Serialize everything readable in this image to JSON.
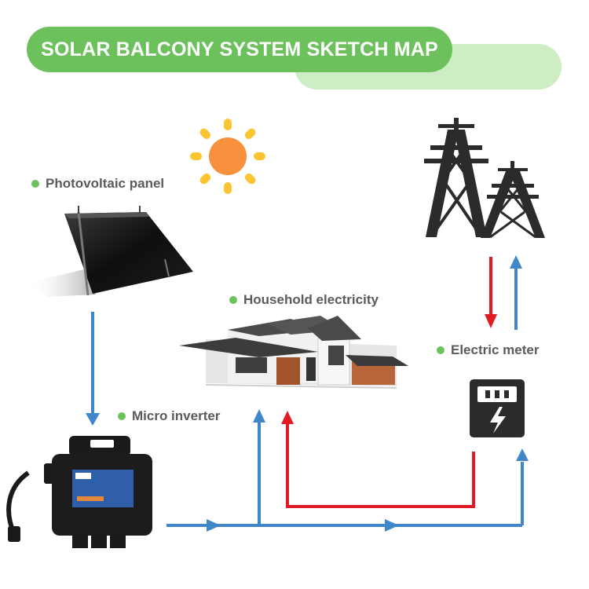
{
  "title": "SOLAR BALCONY SYSTEM SKETCH MAP",
  "labels": {
    "pv_panel": "Photovoltaic panel",
    "household": "Household electricity",
    "micro_inverter": "Micro inverter",
    "electric_meter": "Electric meter"
  },
  "colors": {
    "title_green": "#6cc15c",
    "title_light_green": "#cdeec4",
    "bullet_green": "#6cc15c",
    "sun_core": "#f7913d",
    "sun_rays": "#fbc531",
    "flow_blue": "#3f87c9",
    "flow_red": "#e01b24",
    "icon_dark": "#2b2b2b"
  },
  "icons": [
    "sun-icon",
    "solar-panel-icon",
    "house-icon",
    "micro-inverter-icon",
    "power-tower-icon",
    "electric-meter-icon"
  ]
}
